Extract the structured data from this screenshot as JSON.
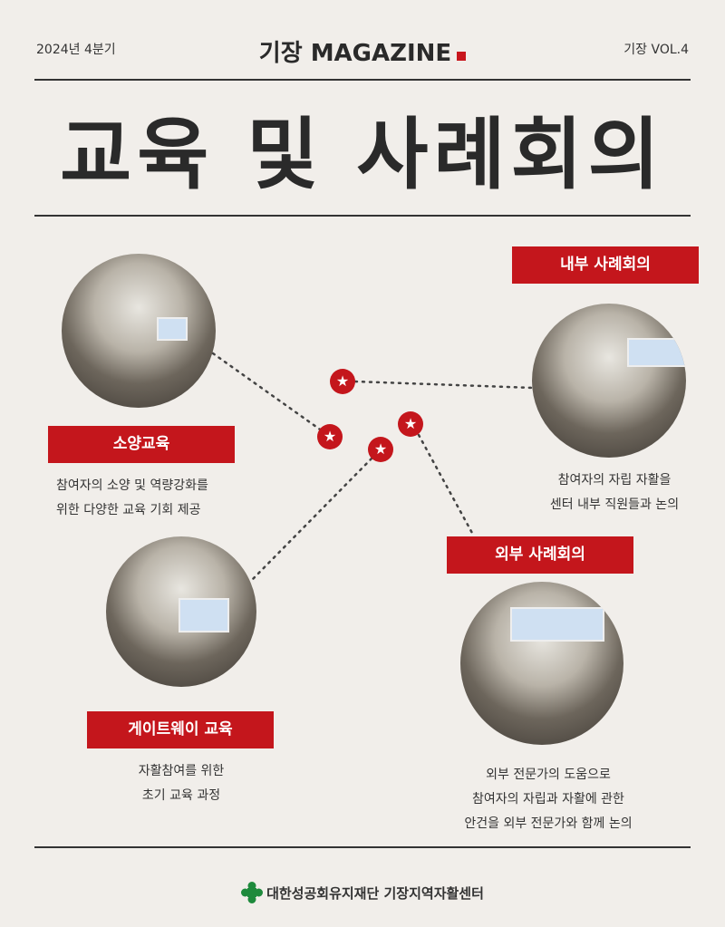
{
  "header": {
    "issue": "2024년 4분기",
    "magazine": "기장 MAGAZINE",
    "volume": "기장 VOL.4"
  },
  "title": "교육 및 사례회의",
  "sections": [
    {
      "label": "소양교육",
      "lines": [
        "참여자의 소양 및 역량강화를",
        "위한 다양한 교육 기회 제공"
      ]
    },
    {
      "label": "게이트웨이 교육",
      "lines": [
        "자활참여를 위한",
        "초기 교육 과정"
      ]
    },
    {
      "label": "내부 사례회의",
      "lines": [
        "참여자의 자립 자활을",
        "센터 내부 직원들과 논의"
      ]
    },
    {
      "label": "외부 사례회의",
      "lines": [
        "외부 전문가의 도움으로",
        "참여자의 자립과 자활에 관한",
        "안건을 외부 전문가와 함께 논의"
      ]
    }
  ],
  "footer": "대한성공회유지재단 기장지역자활센터",
  "colors": {
    "accent": "#c4161c",
    "background": "#f1eeea"
  }
}
